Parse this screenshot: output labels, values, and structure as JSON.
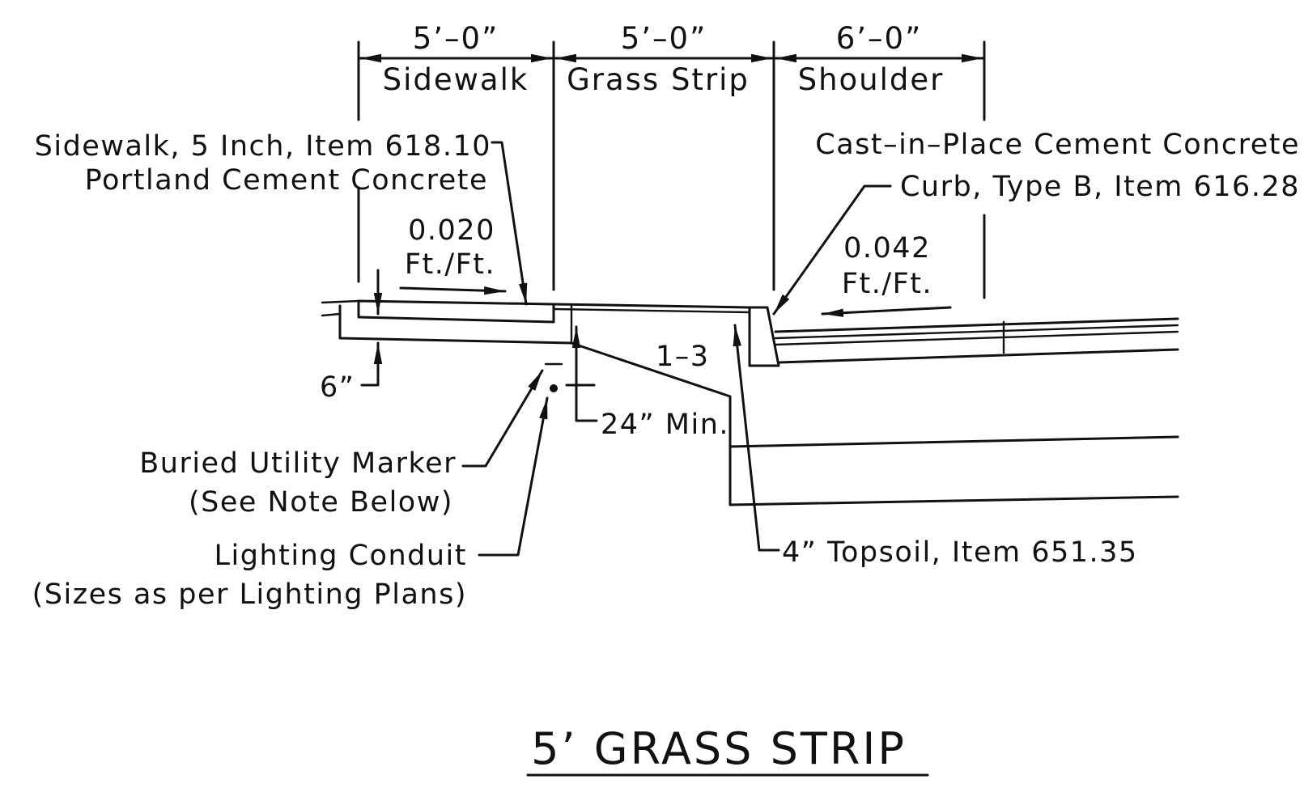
{
  "dimensions": {
    "sidewalk": {
      "value": "5’–0”",
      "label": "Sidewalk"
    },
    "grass_strip": {
      "value": "5’–0”",
      "label": "Grass Strip"
    },
    "shoulder": {
      "value": "6’–0”",
      "label": "Shoulder"
    }
  },
  "callouts": {
    "sidewalk_line1": "Sidewalk, 5 Inch, Item 618.10",
    "sidewalk_line2": "Portland Cement Concrete",
    "curb_line1": "Cast–in–Place Cement Concrete",
    "curb_line2": "Curb, Type B, Item 616.28",
    "slope_left_value": "0.020",
    "slope_left_unit": "Ft./Ft.",
    "slope_right_value": "0.042",
    "slope_right_unit": "Ft./Ft.",
    "six_inch": "6”",
    "min_depth": "24” Min.",
    "side_slope": "1–3",
    "utility_marker": "Buried Utility Marker",
    "utility_note": "(See Note Below)",
    "lighting_conduit": "Lighting Conduit",
    "lighting_sizes": "(Sizes as per Lighting Plans)",
    "topsoil": "4” Topsoil, Item 651.35"
  },
  "title": "5’ GRASS STRIP"
}
